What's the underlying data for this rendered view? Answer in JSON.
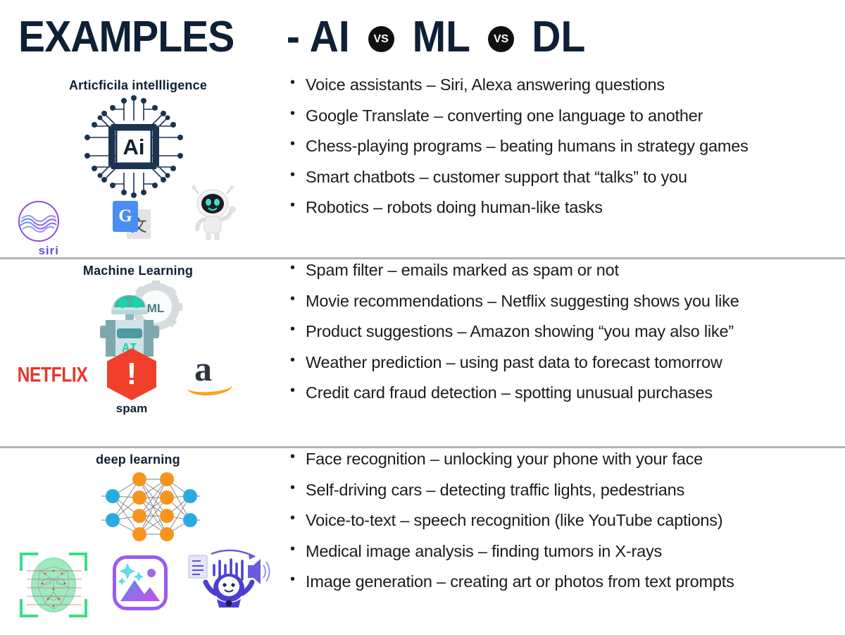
{
  "title": {
    "main": "EXAMPLES",
    "dash_ai": "- AI",
    "ml": "ML",
    "dl": "DL",
    "vs_badge": "VS",
    "color": "#0d2035"
  },
  "sections": [
    {
      "id": "ai",
      "heading": "Articficila intellligence",
      "bullets": [
        "Voice assistants – Siri, Alexa answering questions",
        "Google Translate – converting one language to another",
        "Chess-playing programs – beating humans in strategy games",
        "Smart chatbots – customer support that “talks” to you",
        "Robotics – robots doing human-like tasks"
      ],
      "icons": {
        "chip_label": "Ai",
        "siri_label": "siri",
        "google_translate_g": "G",
        "google_translate_cjk": "文"
      }
    },
    {
      "id": "ml",
      "heading": "Machine Learning",
      "bullets": [
        "Spam filter – emails marked as spam or not",
        "Movie recommendations – Netflix suggesting shows you like",
        "Product suggestions – Amazon showing “you may also like”",
        "Weather prediction – using past data to forecast tomorrow",
        "Credit card fraud detection – spotting unusual purchases"
      ],
      "icons": {
        "robot_body_label": "AI",
        "gear_label": "ML",
        "netflix_label": "NETFLIX",
        "spam_mark": "!",
        "spam_label": "spam",
        "amazon_letter": "a"
      }
    },
    {
      "id": "dl",
      "heading": "deep learning",
      "bullets": [
        "Face recognition – unlocking your phone with your face",
        "Self-driving cars – detecting traffic lights, pedestrians",
        "Voice-to-text – speech recognition (like YouTube captions)",
        "Medical image analysis – finding tumors in X-rays",
        "Image generation – creating art or photos from text prompts"
      ],
      "icons": {
        "neural_net": "neural-network-diagram",
        "face_scan": "face-recognition-icon",
        "image_gen": "image-generation-icon",
        "text_to_speech": "text-to-speech-robot-icon"
      }
    }
  ],
  "palette": {
    "navy": "#0d2035",
    "divider": "#b4b4b4",
    "siri_purple": "#6b4fd8",
    "netflix_red": "#e8352c",
    "spam_red": "#f0402b",
    "amazon_orange": "#f5a623",
    "nn_orange": "#f7941e",
    "nn_blue": "#29abe2",
    "face_green": "#3ddc84",
    "imggen_purple": "#9b5cf0",
    "robot_teal": "#3fb8a5"
  }
}
